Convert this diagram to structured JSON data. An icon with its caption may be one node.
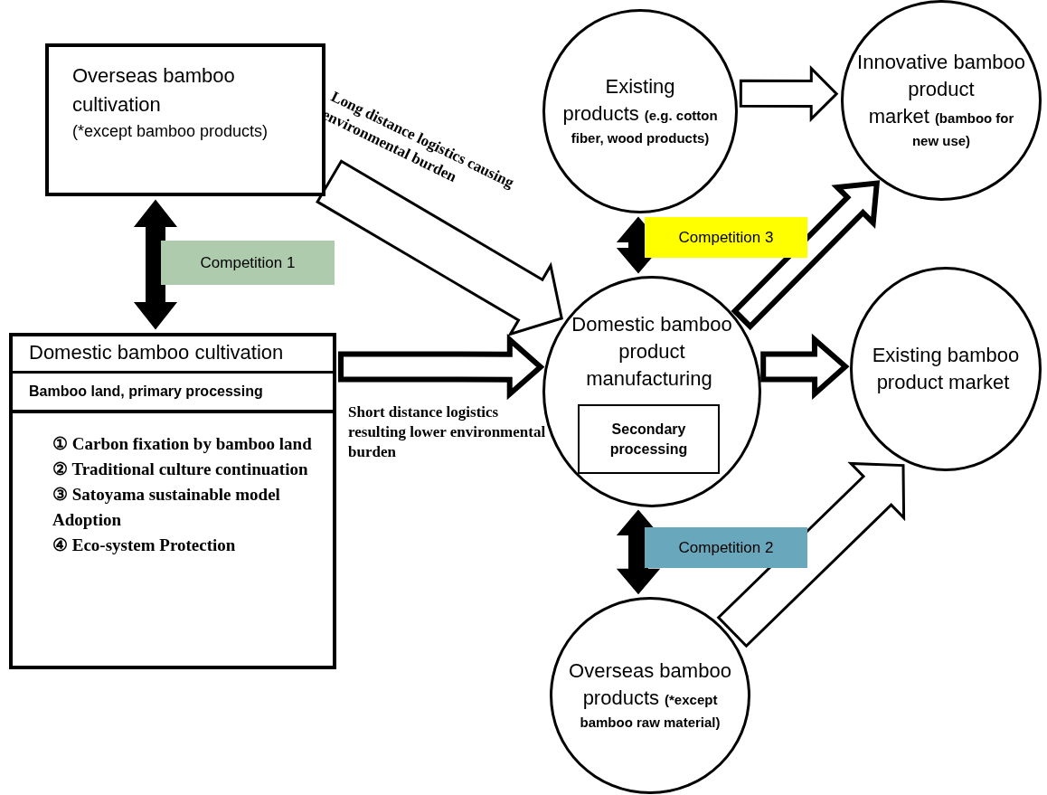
{
  "diagram": {
    "nodes": [
      {
        "text": [
          "Overseas bamboo cultivation",
          "(*except bamboo products)"
        ]
      },
      {
        "text": [
          "Domestic bamboo cultivation",
          "Bamboo land, primary processing",
          "① Carbon fixation by bamboo land",
          "② Traditional culture continuation",
          "③ Satoyama sustainable model Adoption",
          "④ Eco-system Protection"
        ]
      },
      {
        "text": [
          "Existing products",
          "(e.g. cotton fiber, wood products)"
        ]
      },
      {
        "text": [
          "Innovative bamboo product market",
          "(bamboo for new use)"
        ]
      },
      {
        "text": [
          "Domestic bamboo product manufacturing"
        ]
      },
      {
        "text": [
          "Secondary processing"
        ],
        "in": 4
      },
      {
        "text": [
          "Existing bamboo product market"
        ]
      },
      {
        "text": [
          "Overseas bamboo products",
          "(*except bamboo raw material)"
        ]
      }
    ],
    "edges": [
      {
        "from": 0,
        "to": 1,
        "arrow": "both",
        "label": "Competition 1",
        "style": "thick"
      },
      {
        "from": 0,
        "to": 4,
        "arrow": "to",
        "label": "Long distance logistics causing environmental burden"
      },
      {
        "from": 1,
        "to": 4,
        "arrow": "to",
        "label": "Short distance logistics resulting lower environmental burden",
        "style": "thick"
      },
      {
        "from": 2,
        "to": 3,
        "arrow": "to"
      },
      {
        "from": 2,
        "to": 4,
        "arrow": "both",
        "label": "Competition 3",
        "style": "thick"
      },
      {
        "from": 4,
        "to": 3,
        "arrow": "to",
        "style": "thick"
      },
      {
        "from": 4,
        "to": 6,
        "arrow": "to",
        "style": "thick"
      },
      {
        "from": 4,
        "to": 7,
        "arrow": "both",
        "label": "Competition 2",
        "style": "thick"
      },
      {
        "from": 7,
        "to": 6,
        "arrow": "to"
      }
    ]
  }
}
